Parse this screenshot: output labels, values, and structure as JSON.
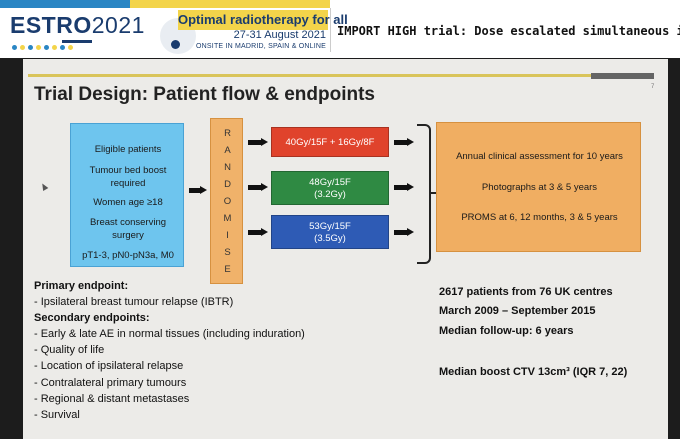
{
  "banner": {
    "logo_main": "ESTRO",
    "logo_year": "2021",
    "tagline": "Optimal radiotherapy for all",
    "dates": "27-31 August 2021",
    "location": "ONSITE IN MADRID, SPAIN & ONLINE",
    "session_title": "IMPORT HIGH trial: Dose escalated simultaneous integ",
    "colors": {
      "blue": "#2a86c4",
      "yellow": "#f3d44a",
      "navy": "#1a3c6e"
    }
  },
  "slide": {
    "title": "Trial Design: Patient flow & endpoints",
    "page_number": "7",
    "eligible": {
      "lines": [
        "Eligible patients",
        "Tumour bed boost",
        "required",
        "Women age ≥18",
        "Breast conserving",
        "surgery",
        "pT1-3, pN0-pN3a, M0"
      ]
    },
    "randomise_letters": [
      "R",
      "A",
      "N",
      "D",
      "O",
      "M",
      "I",
      "S",
      "E"
    ],
    "arms": {
      "red": {
        "line1": "40Gy/15F + 16Gy/8F",
        "color": "#e0432c"
      },
      "green": {
        "line1": "48Gy/15F",
        "line2": "(3.2Gy)",
        "color": "#2f8a43"
      },
      "blue": {
        "line1": "53Gy/15F",
        "line2": "(3.5Gy)",
        "color": "#2e5bb5"
      }
    },
    "outcomes": [
      "Annual clinical assessment for 10 years",
      "Photographs at 3 & 5 years",
      "PROMS at 6, 12 months, 3 & 5 years"
    ],
    "primary": {
      "heading": "Primary endpoint:",
      "item": "-   Ipsilateral breast tumour relapse (IBTR)"
    },
    "secondary": {
      "heading": "Secondary endpoints:",
      "items": [
        "- Early & late AE in normal tissues (including induration)",
        "- Quality of life",
        "- Location of ipsilateral relapse",
        "- Contralateral primary tumours",
        "- Regional  & distant metastases",
        "- Survival"
      ]
    },
    "stats": [
      "2617 patients from 76 UK centres",
      "March 2009 – September 2015",
      "Median follow-up: 6 years",
      "Median boost CTV 13cm³ (IQR 7, 22)"
    ]
  }
}
